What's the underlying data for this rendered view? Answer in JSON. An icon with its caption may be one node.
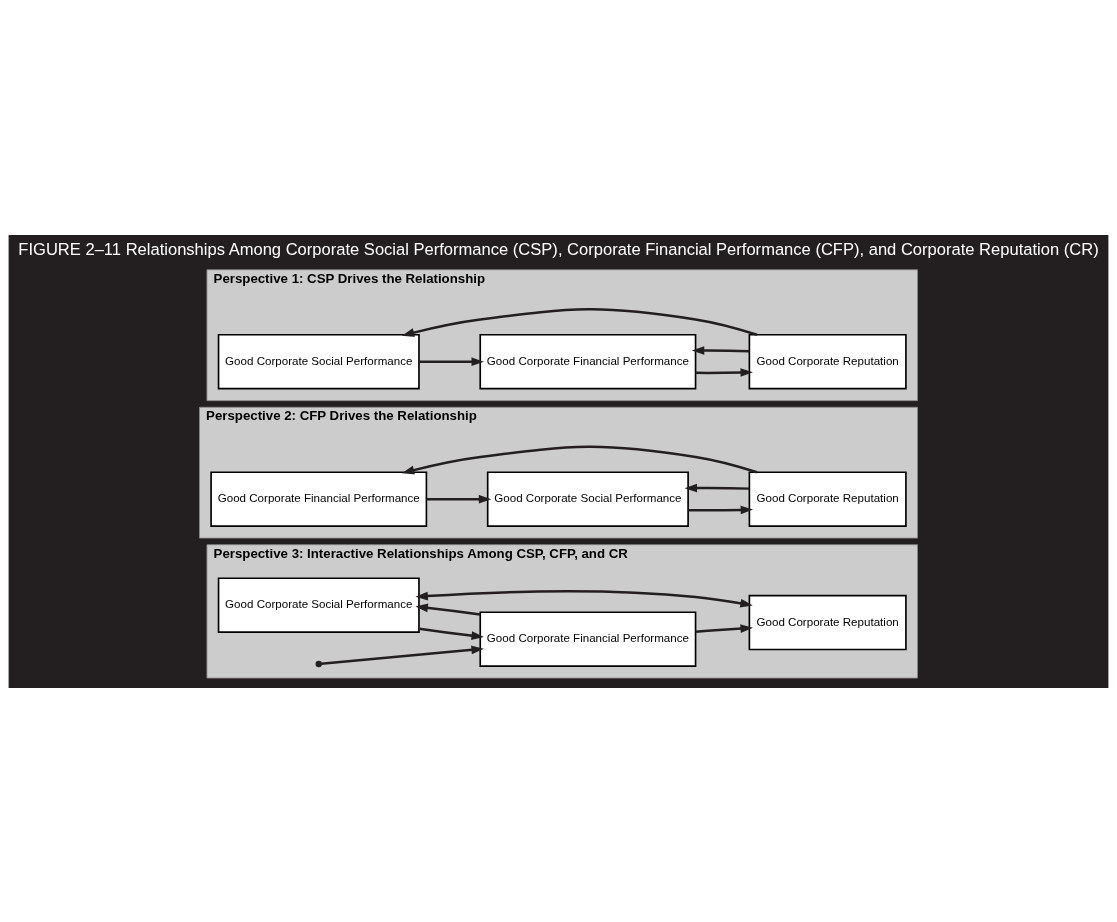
{
  "diagram": {
    "title": "FIGURE 2–11 Relationships Among Corporate Social Performance (CSP), Corporate Financial Performance (CFP), and Corporate Reputation (CR)",
    "nodes": [
      {
        "text": [
          "Perspective 1: CSP Drives the Relationship"
        ]
      },
      {
        "text": [
          "Good Corporate Social Performance"
        ],
        "in": 0
      },
      {
        "text": [
          "Good Corporate Financial Performance"
        ],
        "in": 0
      },
      {
        "text": [
          "Good Corporate Reputation"
        ],
        "in": 0
      },
      {
        "text": [
          "Perspective 2: CFP Drives the Relationship"
        ]
      },
      {
        "text": [
          "Good Corporate Financial Performance"
        ],
        "in": 4
      },
      {
        "text": [
          "Good Corporate Social Performance"
        ],
        "in": 4
      },
      {
        "text": [
          "Good Corporate Reputation"
        ],
        "in": 4
      },
      {
        "text": [
          "Perspective 3: Interactive Relationships Among CSP, CFP, and CR"
        ]
      },
      {
        "text": [
          "Good Corporate Social Performance"
        ],
        "in": 8
      },
      {
        "text": [
          "Good Corporate Financial Performance"
        ],
        "in": 8
      },
      {
        "text": [
          "Good Corporate Reputation"
        ],
        "in": 8
      }
    ],
    "edges": [
      {
        "from": 1,
        "to": 2,
        "arrow": "to"
      },
      {
        "from": 2,
        "to": 3,
        "arrow": "to"
      },
      {
        "from": 3,
        "to": 2,
        "arrow": "to"
      },
      {
        "from": 3,
        "to": 1,
        "arrow": "to"
      },
      {
        "from": 5,
        "to": 6,
        "arrow": "to"
      },
      {
        "from": 6,
        "to": 7,
        "arrow": "to"
      },
      {
        "from": 7,
        "to": 6,
        "arrow": "to"
      },
      {
        "from": 7,
        "to": 5,
        "arrow": "to"
      },
      {
        "from": 9,
        "to": 10,
        "arrow": "to"
      },
      {
        "from": 10,
        "to": 9,
        "arrow": "to"
      },
      {
        "from": 10,
        "to": 11,
        "arrow": "to"
      },
      {
        "from": 9,
        "to": 11,
        "arrow": "both"
      },
      {
        "from": null,
        "to": 10,
        "arrow": "to"
      }
    ]
  }
}
